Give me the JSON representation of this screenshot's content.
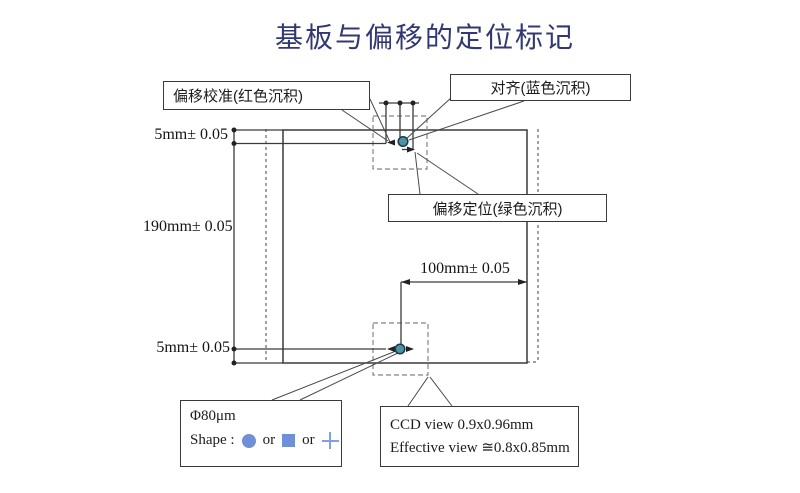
{
  "slide": {
    "title": "基板与偏移的定位标记"
  },
  "callouts": {
    "offset_calibration": "偏移校准(红色沉积)",
    "alignment": "对齐(蓝色沉积)",
    "offset_positioning": "偏移定位(绿色沉积)"
  },
  "dimensions": {
    "top_margin": "5mm± 0.05",
    "side_height": "190mm± 0.05",
    "bottom_margin": "5mm± 0.05",
    "center_to_edge": "100mm± 0.05"
  },
  "mark_spec": {
    "diameter": "Φ80μm",
    "shape_label": "Shape :",
    "or": "or"
  },
  "ccd_spec": {
    "view": "CCD view  0.9x0.96mm",
    "effective": "Effective  view  ≅0.8x0.85mm"
  },
  "colors": {
    "title_text": "#313873",
    "line": "#3a3a3a",
    "mark_fill": "#4e92a3",
    "mark_stroke": "#143b4d",
    "shape_icon_blue": "#6f90d8",
    "background": "#ffffff"
  }
}
